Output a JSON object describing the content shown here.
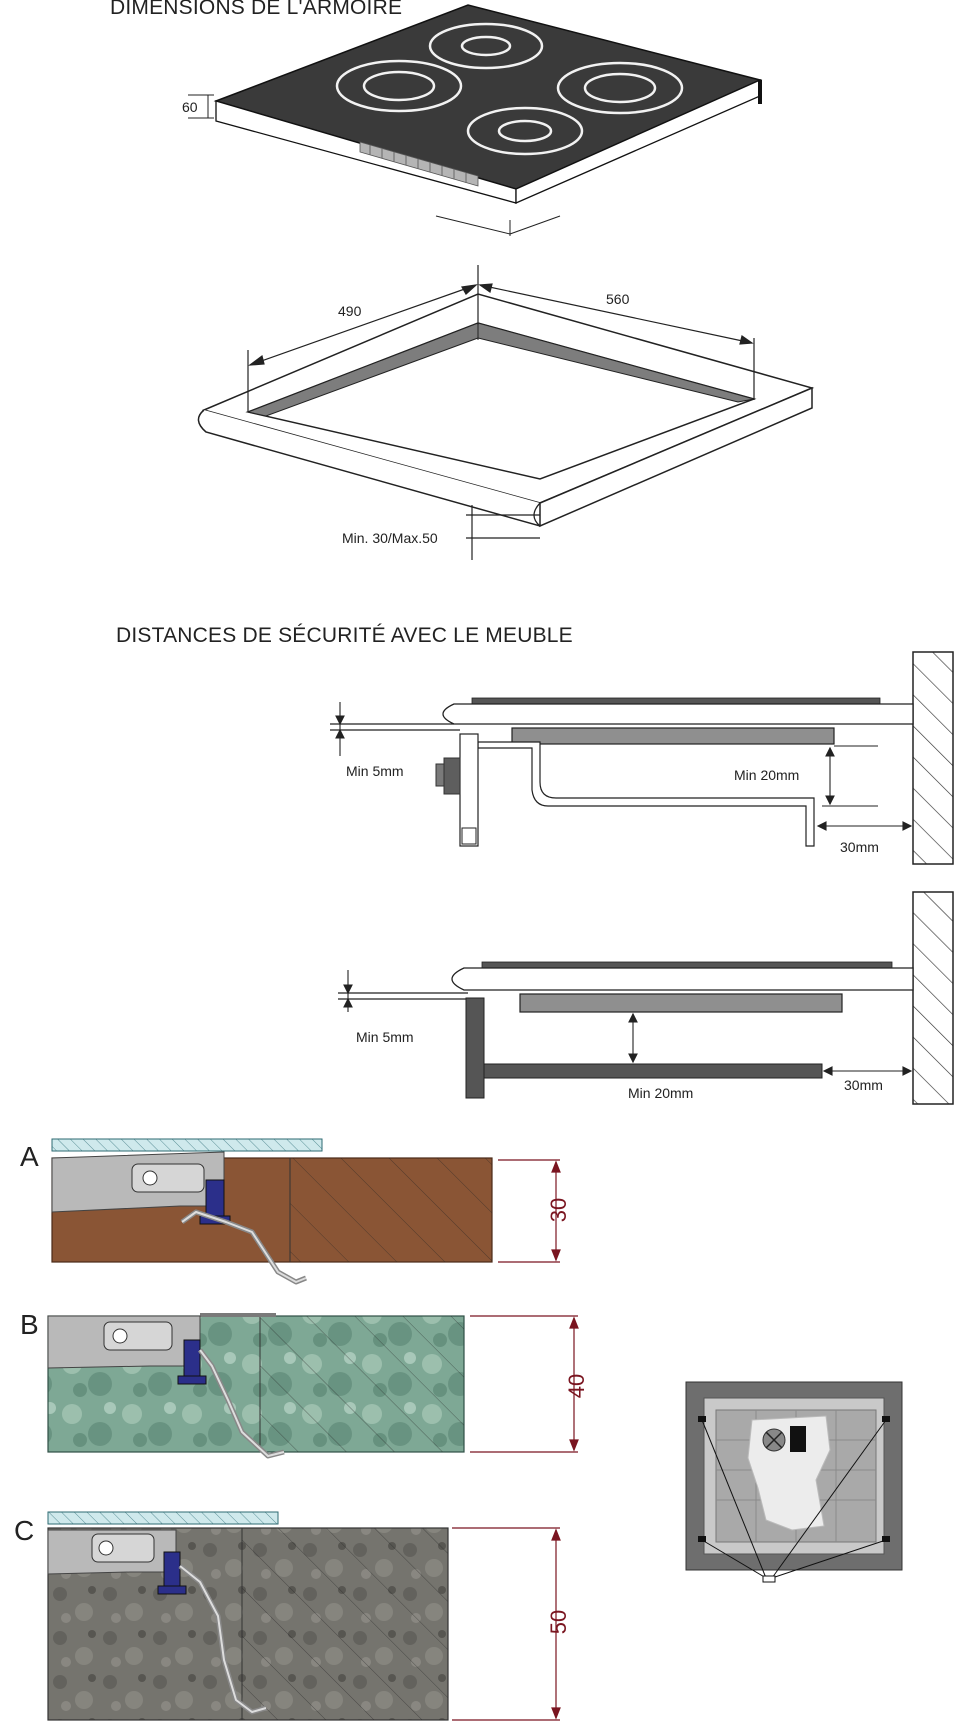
{
  "headings": {
    "cabinet_dimensions": "DIMENSIONS DE L'ARMOIRE",
    "safety_distances": "DISTANCES DE SÉCURITÉ AVEC LE MEUBLE"
  },
  "hob": {
    "thickness_label": "60"
  },
  "cutout": {
    "depth_label": "490",
    "width_label": "560",
    "worktop_label": "Min. 30/Max.50"
  },
  "clearance_1": {
    "gap_label": "Min 5mm",
    "below_label": "Min 20mm",
    "wall_label": "30mm"
  },
  "clearance_2": {
    "gap_label": "Min 5mm",
    "below_label": "Min 20mm",
    "wall_label": "30mm"
  },
  "worktops": [
    {
      "letter": "A",
      "thickness": "30"
    },
    {
      "letter": "B",
      "thickness": "40"
    },
    {
      "letter": "C",
      "thickness": "50"
    }
  ],
  "colors": {
    "glass_top": "#3a3a3a",
    "wood": "#8a5535",
    "marble": "#6f9a86",
    "granite": "#6e6e68",
    "dimension_red": "#7a1520"
  }
}
